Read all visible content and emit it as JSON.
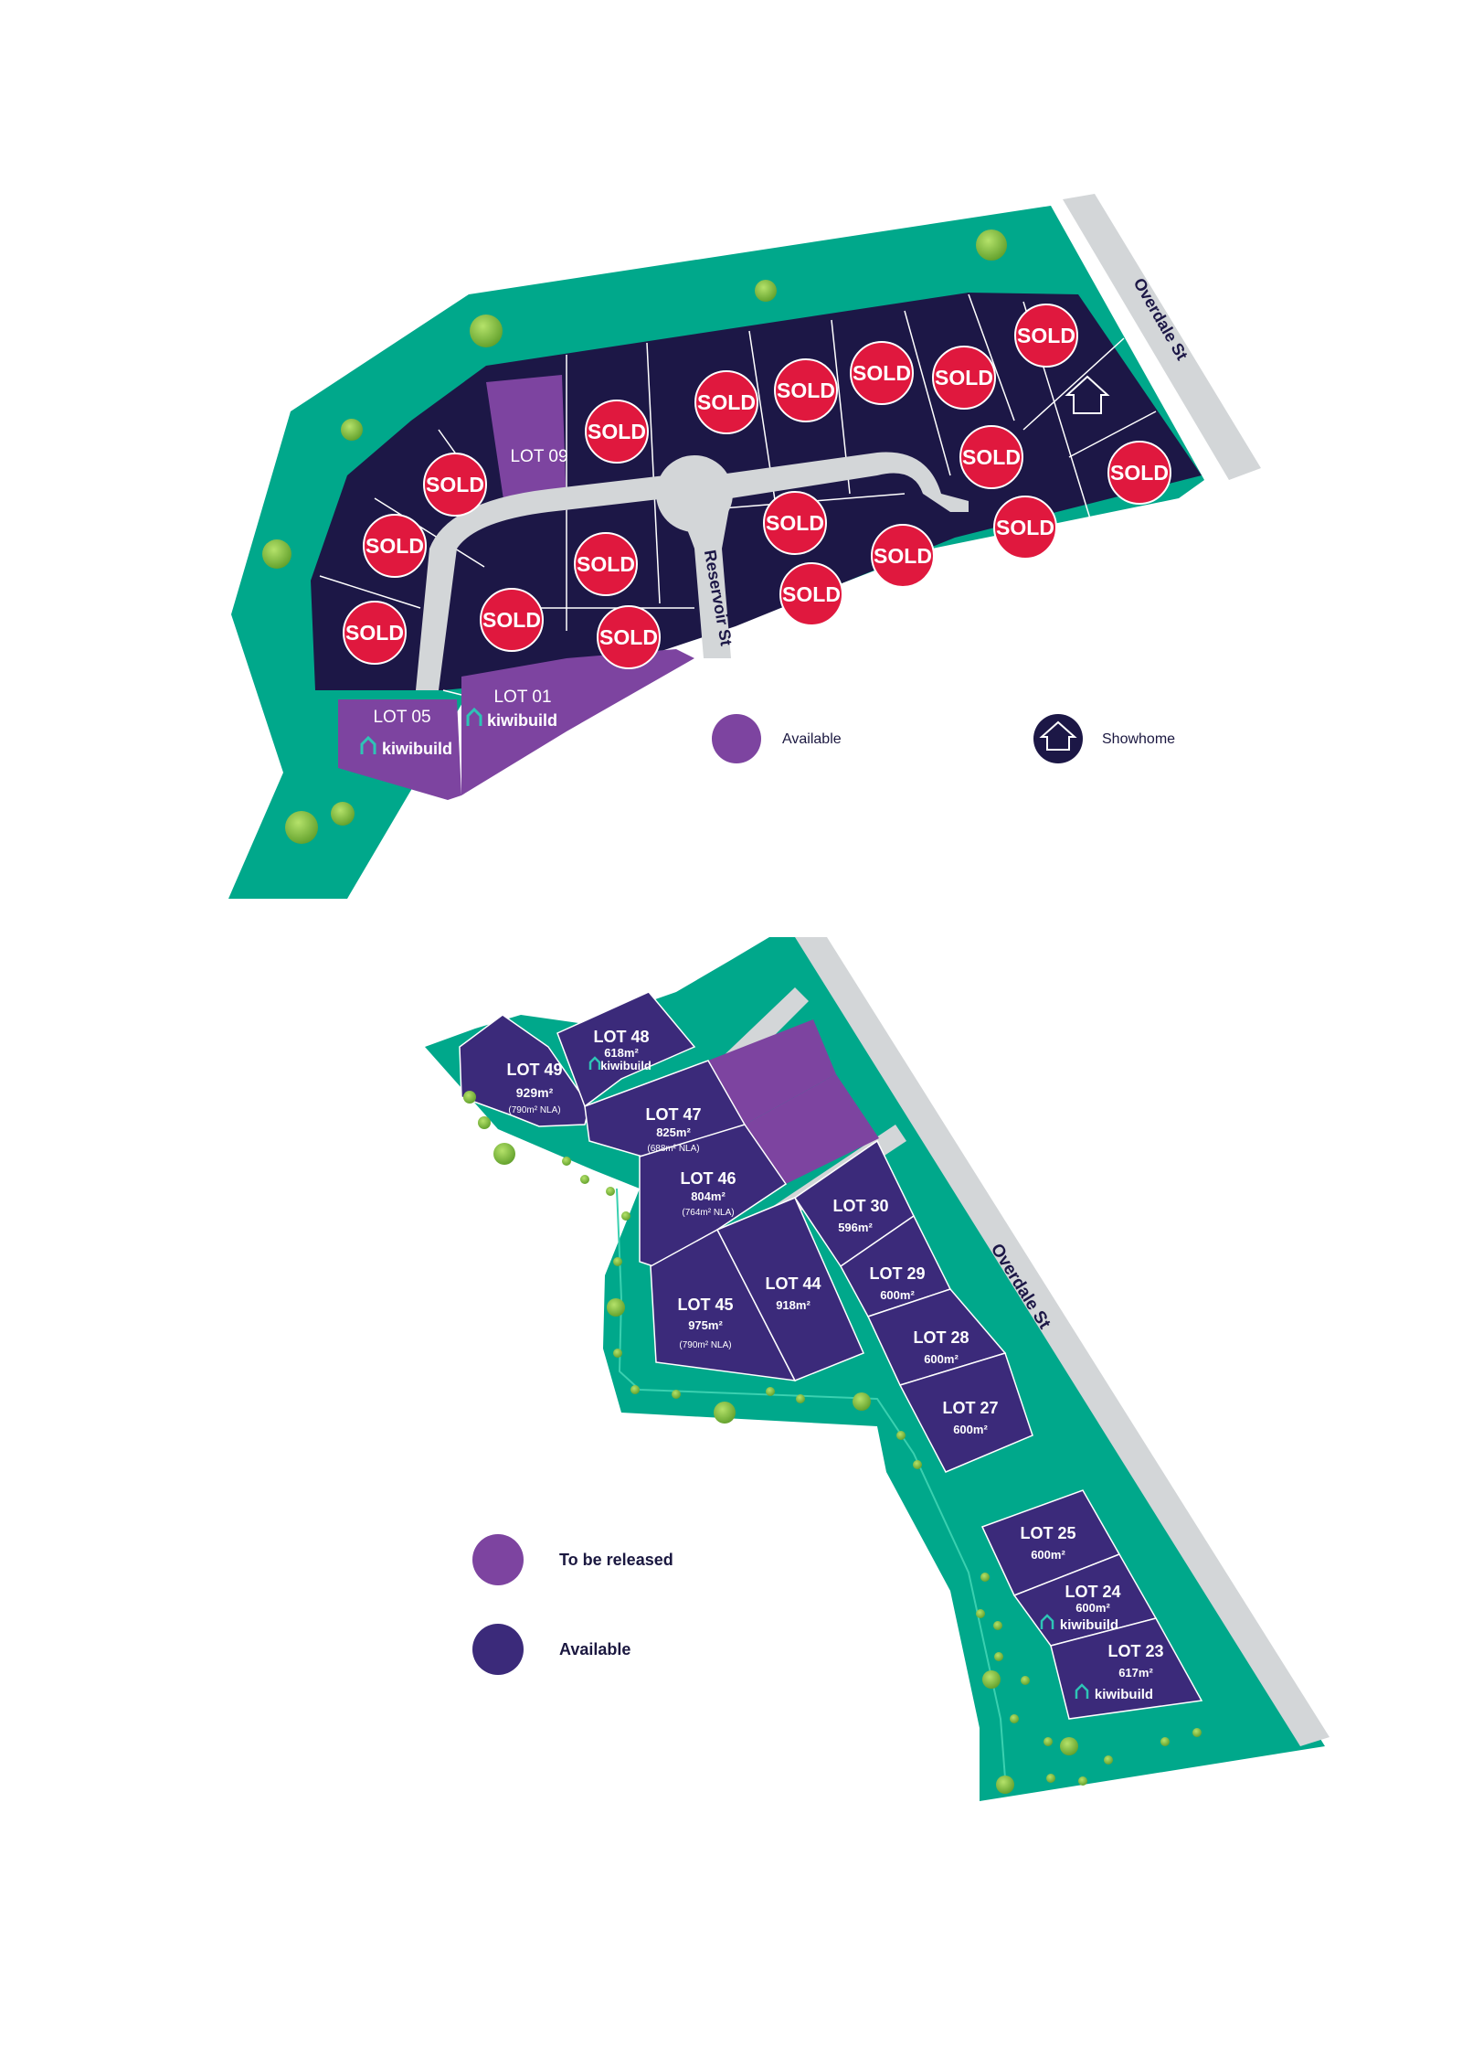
{
  "colors": {
    "green": "#00a88b",
    "navy": "#1c1746",
    "indigo": "#3b2a7a",
    "purple": "#7d44a0",
    "sold_red": "#e0183e",
    "road": "#d3d6d8",
    "tree": "#8cc63f",
    "kiwibuild_teal": "#2ec4b6"
  },
  "map1": {
    "street_overdale": "Overdale St",
    "street_reservoir": "Reservoir St",
    "sold_label": "SOLD",
    "lot09": "LOT 09",
    "lot05": "LOT 05",
    "lot01": "LOT 01",
    "kiwibuild": "kiwibuild",
    "legend_available": "Available",
    "legend_showhome": "Showhome"
  },
  "map2": {
    "street_overdale": "Overdale St",
    "legend_to_be_released": "To be released",
    "legend_available": "Available",
    "kiwibuild": "kiwibuild",
    "lots": [
      {
        "name": "LOT 49",
        "area": "929m²",
        "nla": "(790m² NLA)"
      },
      {
        "name": "LOT 48",
        "area": "618m²",
        "nla": ""
      },
      {
        "name": "LOT 47",
        "area": "825m²",
        "nla": "(688m² NLA)"
      },
      {
        "name": "LOT 46",
        "area": "804m²",
        "nla": "(764m² NLA)"
      },
      {
        "name": "LOT 45",
        "area": "975m²",
        "nla": "(790m² NLA)"
      },
      {
        "name": "LOT 44",
        "area": "918m²",
        "nla": ""
      },
      {
        "name": "LOT 30",
        "area": "596m²",
        "nla": ""
      },
      {
        "name": "LOT 29",
        "area": "600m²",
        "nla": ""
      },
      {
        "name": "LOT 28",
        "area": "600m²",
        "nla": ""
      },
      {
        "name": "LOT 27",
        "area": "600m²",
        "nla": ""
      },
      {
        "name": "LOT 25",
        "area": "600m²",
        "nla": ""
      },
      {
        "name": "LOT 24",
        "area": "600m²",
        "nla": ""
      },
      {
        "name": "LOT 23",
        "area": "617m²",
        "nla": ""
      }
    ]
  }
}
